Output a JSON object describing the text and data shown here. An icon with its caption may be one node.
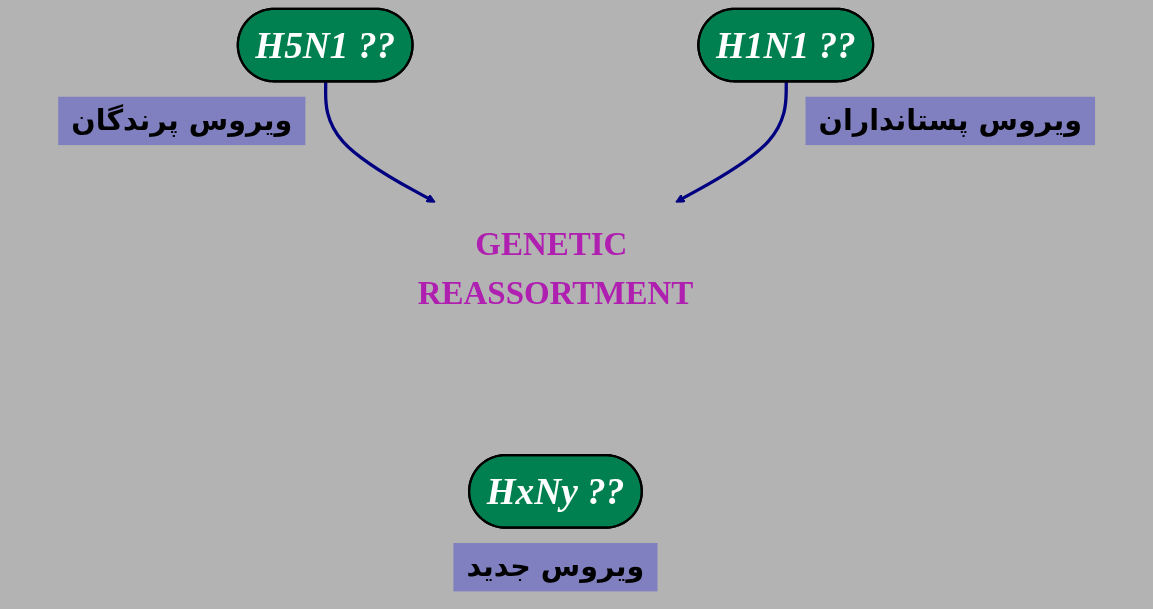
{
  "diagram": {
    "nodes": [
      {
        "text": [
          "H5N1 ??"
        ],
        "beside": [
          "ویروس پرندگان"
        ]
      },
      {
        "text": [
          "H1N1 ??"
        ],
        "beside": [
          "ویروس پستانداران"
        ]
      },
      {
        "text": [
          "GENETIC REASSORTMENT"
        ]
      },
      {
        "text": [
          "HxNy ??"
        ],
        "beside": [
          "ویروس جدید"
        ]
      }
    ],
    "edges": [
      {
        "from": 0,
        "to": 2,
        "arrow": "to",
        "color": "#000080"
      },
      {
        "from": 1,
        "to": 2,
        "arrow": "to",
        "color": "#000080"
      }
    ]
  }
}
